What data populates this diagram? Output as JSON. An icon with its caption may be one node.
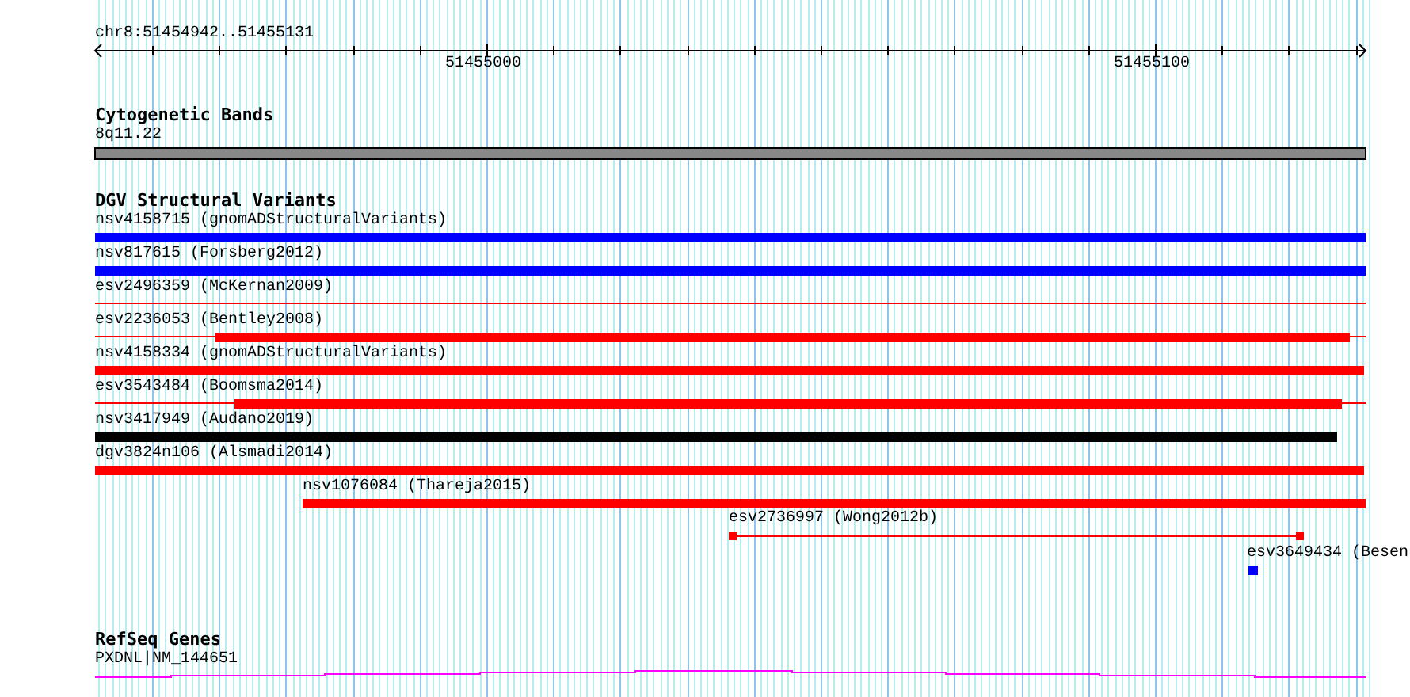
{
  "diagram": {
    "nodes": [
      {
        "text": [
          "8q11.22"
        ]
      },
      {
        "text": [
          "nsv4158715 (gnomADStructuralVariants)"
        ]
      },
      {
        "text": [
          "nsv817615 (Forsberg2012)"
        ]
      },
      {
        "text": [
          "esv2496359 (McKernan2009)"
        ]
      },
      {
        "text": [
          "esv2236053 (Bentley2008)"
        ]
      },
      {
        "text": [
          "nsv4158334 (gnomADStructuralVariants)"
        ]
      },
      {
        "text": [
          "esv3543484 (Boomsma2014)"
        ]
      },
      {
        "text": [
          "nsv3417949 (Audano2019)"
        ]
      },
      {
        "text": [
          "dgv3824n106 (Alsmadi2014)"
        ]
      },
      {
        "text": [
          "nsv1076084 (Thareja2015)"
        ]
      },
      {
        "text": [
          "esv2736997 (Wong2012b)"
        ]
      },
      {
        "text": [
          "esv3649434 (Besen"
        ]
      },
      {
        "text": [
          "PXDNL|NM_144651"
        ]
      }
    ],
    "labels": [
      "chr8:51454942..51455131",
      "51455000",
      "51455100",
      "Cytogenetic Bands",
      "DGV Structural Variants",
      "RefSeq Genes"
    ]
  }
}
